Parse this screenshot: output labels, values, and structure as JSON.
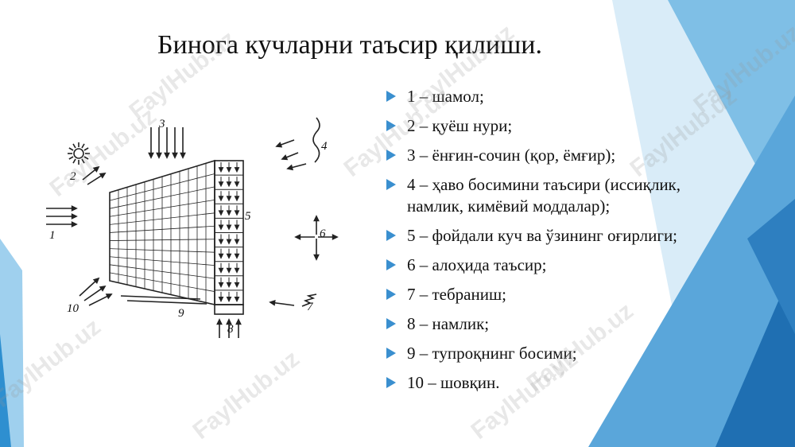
{
  "title": "Бинога кучларни таъсир қилиши.",
  "items": [
    "1 – шамол;",
    "2 – қуёш нури;",
    "3 – ёнғин-сочин (қор, ёмғир);",
    "4 – ҳаво босимини таъсири (иссиқлик, намлик, кимёвий моддалар);",
    "5 – фойдали куч ва ўзининг оғирлиги;",
    "6 – алоҳида таъсир;",
    "7 – тебраниш;",
    "8 – намлик;",
    "9 – тупроқнинг босими;",
    "10 – шовқин."
  ],
  "diagram_labels": [
    "1",
    "2",
    "3",
    "4",
    "5",
    "6",
    "7",
    "8",
    "9",
    "10"
  ],
  "watermark": "FaylHub.uz",
  "colors": {
    "accent": "#3a8fcf",
    "deco_light": "#cfe6f5",
    "deco_mid": "#6fb3e0",
    "deco_dark": "#1f6fb2"
  }
}
